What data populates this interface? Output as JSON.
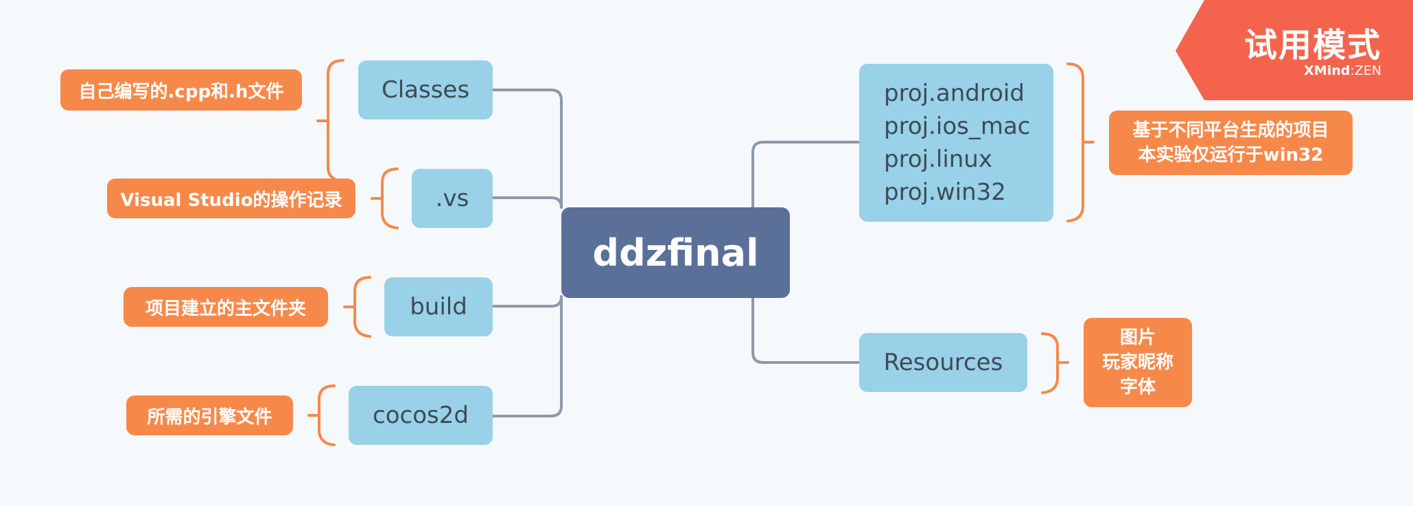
{
  "central": {
    "label": "ddzfinal"
  },
  "left_topics": [
    {
      "label": "Classes",
      "note": "自己编写的.cpp和.h文件"
    },
    {
      "label": ".vs",
      "note": "Visual Studio的操作记录"
    },
    {
      "label": "build",
      "note": "项目建立的主文件夹"
    },
    {
      "label": "cocos2d",
      "note": "所需的引擎文件"
    }
  ],
  "right_topics": [
    {
      "lines": [
        "proj.android",
        "proj.ios_mac",
        "proj.linux",
        "proj.win32"
      ],
      "note_lines": [
        "基于不同平台生成的项目",
        "本实验仅运行于win32"
      ]
    },
    {
      "label": "Resources",
      "note_lines": [
        "图片",
        "玩家昵称",
        "字体"
      ]
    }
  ],
  "watermark": {
    "title": "试用模式",
    "brand": "XMind",
    "separator": ":",
    "edition": "ZEN"
  },
  "colors": {
    "background": "#f5f9fc",
    "central": "#5a7099",
    "topic": "#98d1e8",
    "note": "#f6894a",
    "bracket": "#f6894a",
    "connector": "#8c99a8",
    "badge": "#f4644c"
  }
}
